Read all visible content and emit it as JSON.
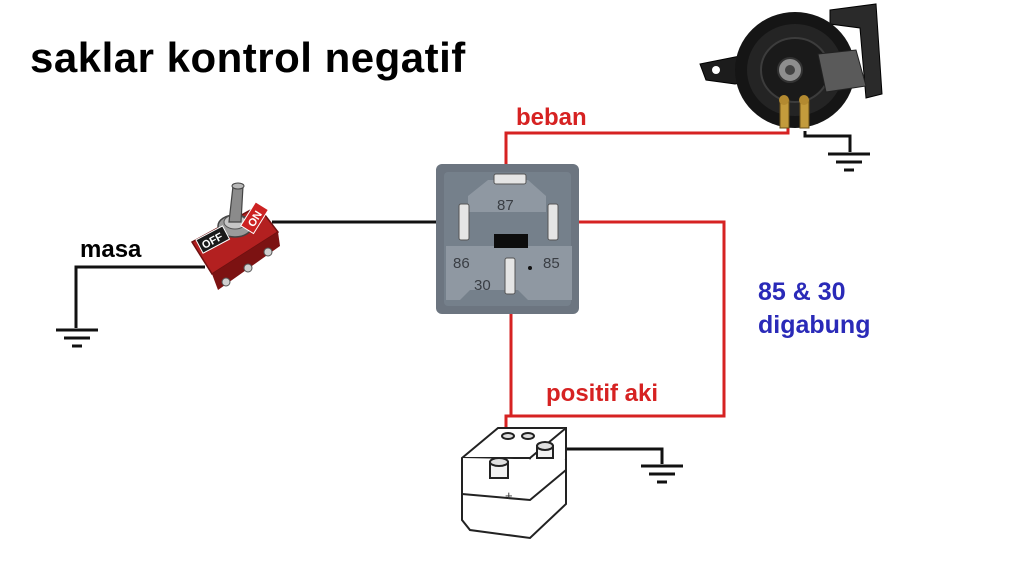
{
  "title": "saklar kontrol negatif",
  "labels": {
    "beban": "beban",
    "masa": "masa",
    "positif_aki": "positif aki",
    "note_line1": "85 & 30",
    "note_line2": "digabung"
  },
  "relay": {
    "pins": {
      "p87": "87",
      "p86": "86",
      "p85": "85",
      "p30": "30"
    }
  },
  "switch": {
    "on_label": "ON",
    "off_label": "OFF"
  },
  "battery": {
    "plus_symbol": "+"
  },
  "colors": {
    "positive_wire": "#d62222",
    "ground_wire": "#111111",
    "note_text": "#2a2ab8",
    "relay_body": "#6c7580"
  }
}
